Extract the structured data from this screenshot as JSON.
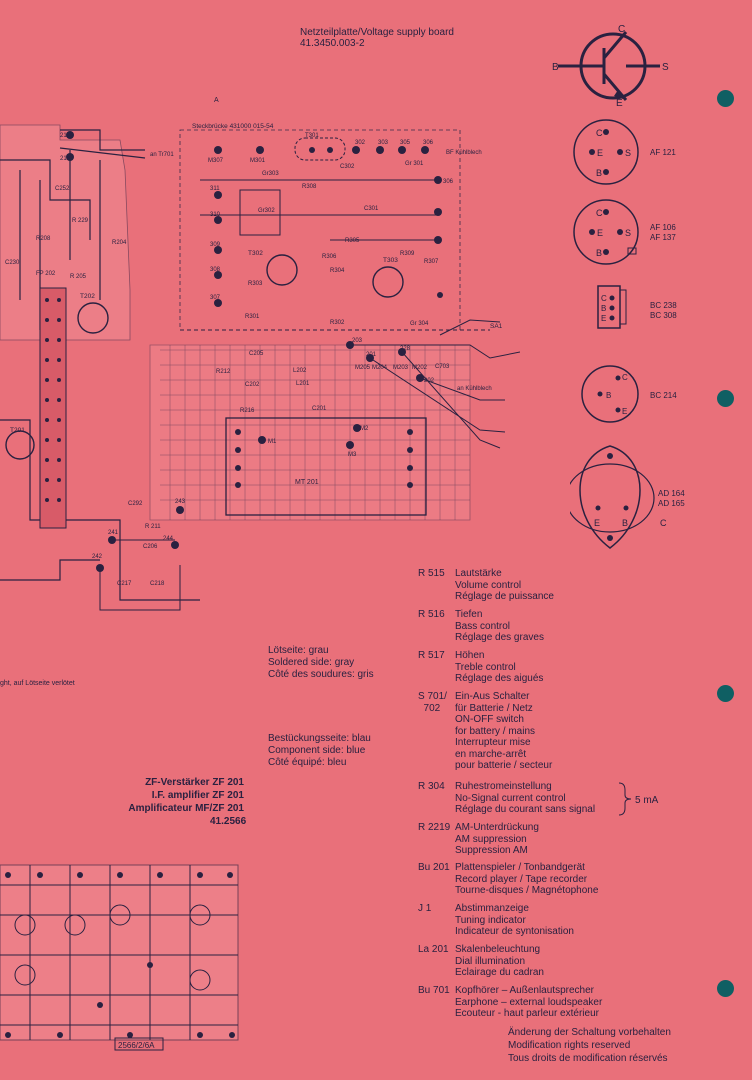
{
  "header": {
    "title": "Netzteilplatte/Voltage supply board",
    "part_no": "41.3450.003-2"
  },
  "transistor_symbol": {
    "b": "B",
    "c": "C",
    "e": "E",
    "s": "S"
  },
  "packages": [
    {
      "names": [
        "AF 121"
      ],
      "pins": [
        "C",
        "E",
        "S",
        "B"
      ]
    },
    {
      "names": [
        "AF 106",
        "AF 137"
      ],
      "pins": [
        "C",
        "E",
        "S",
        "B"
      ]
    },
    {
      "names": [
        "BC 238",
        "BC 308"
      ],
      "pins": [
        "C",
        "B",
        "E"
      ]
    },
    {
      "names": [
        "BC 214"
      ],
      "pins": [
        "C",
        "B",
        "E"
      ]
    },
    {
      "names": [
        "AD 164",
        "AD 165"
      ],
      "pins": [
        "E",
        "B",
        "C"
      ]
    }
  ],
  "board_labels": {
    "steckbruecke": "Steckbrücke 431000 015-54",
    "arrow_a": "A",
    "an_tr701": "an Tr701",
    "bf_kuehlblech": "BF Kühlblech",
    "an_kuehlblech": "an Kühlblech",
    "sa1": "SA1",
    "gr304": "Gr 304",
    "t301": "T301",
    "t302": "T302",
    "t303": "T303",
    "t202": "T202",
    "t201": "T201",
    "r301": "R301",
    "r302": "R302",
    "r303": "R303",
    "r304": "R304",
    "r305": "R305",
    "r306": "R306",
    "r307": "R307",
    "r308": "R308",
    "r309": "R309",
    "c301": "C301",
    "c302": "C302",
    "c703": "C703",
    "c201": "C201",
    "c202": "C202",
    "c205": "C205",
    "c206": "C206",
    "c217": "C217",
    "c218": "C218",
    "c230": "C230",
    "c252": "C252",
    "c292": "C292",
    "r211": "R 211",
    "r212": "R212",
    "r216": "R216",
    "r229": "R 229",
    "r208": "R208",
    "r204": "R204",
    "r205": "R 205",
    "mt201": "MT 201",
    "m1": "M1",
    "m2": "M2",
    "m3": "M3",
    "m202": "M202",
    "m203": "M203",
    "m204": "M204",
    "m205": "M205",
    "m309": "M309",
    "l201": "L201",
    "l202": "L202",
    "fp202": "FP 202",
    "gr302": "Gr302",
    "gr303": "Gr303",
    "gr301": "Gr 301",
    "pins_top": [
      "302",
      "303",
      "305",
      "306"
    ],
    "pins_left": [
      "311",
      "310",
      "309",
      "308",
      "307"
    ],
    "pins_mid": [
      "203",
      "201",
      "228",
      "202"
    ],
    "pins_bot": [
      "243",
      "244",
      "241",
      "242"
    ],
    "pin_306": "306",
    "pin_218": "218",
    "pin_216": "216",
    "m_labels": [
      "M307",
      "M301"
    ]
  },
  "solder_side": {
    "line1": "Lötseite: grau",
    "line2": "Soldered side: gray",
    "line3": "Côté des soudures: gris"
  },
  "component_side": {
    "line1": "Bestückungsseite: blau",
    "line2": "Component side: blue",
    "line3": "Côté équipé: bleu"
  },
  "left_note": "ght, auf Lötseite verlötet",
  "if_amp": {
    "line1": "ZF-Verstärker ZF 201",
    "line2": "I.F. amplifier ZF 201",
    "line3": "Amplificateur MF/ZF 201",
    "line4": "41.2566"
  },
  "small_board_id": "2566/2/6A",
  "legend": [
    {
      "code": "R 515",
      "lines": [
        "Lautstärke",
        "Volume control",
        "Réglage de puissance"
      ]
    },
    {
      "code": "R 516",
      "lines": [
        "Tiefen",
        "Bass control",
        "Réglage des graves"
      ]
    },
    {
      "code": "R 517",
      "lines": [
        "Höhen",
        "Treble control",
        "Réglage des aigués"
      ]
    },
    {
      "code": "S 701/\n  702",
      "lines": [
        "Ein-Aus Schalter",
        "für Batterie / Netz",
        "ON-OFF switch",
        "for battery / mains",
        "Interrupteur mise",
        "en marche-arrêt",
        "pour batterie / secteur"
      ]
    },
    {
      "code": "R 304",
      "lines": [
        "Ruhestromeinstellung",
        "No-Signal current control",
        "Réglage du courant sans signal"
      ]
    },
    {
      "code": "R 2219",
      "lines": [
        "AM-Unterdrückung",
        "AM suppression",
        "Suppression AM"
      ]
    },
    {
      "code": "Bu 201",
      "lines": [
        "Plattenspieler / Tonbandgerät",
        "Record player / Tape recorder",
        "Tourne-disques / Magnétophone"
      ]
    },
    {
      "code": "J 1",
      "lines": [
        "Abstimmanzeige",
        "Tuning indicator",
        "Indicateur de syntonisation"
      ]
    },
    {
      "code": "La 201",
      "lines": [
        "Skalenbeleuchtung",
        "Dial illumination",
        "Eclairage du cadran"
      ]
    },
    {
      "code": "Bu 701",
      "lines": [
        "Kopfhörer – Außenlautsprecher",
        "Earphone – external loudspeaker",
        "Ecouteur - haut parleur extérieur"
      ]
    }
  ],
  "current_note": "5 mA",
  "footer": {
    "line1": "Änderung der Schaltung vorbehalten",
    "line2": "Modification rights reserved",
    "line3": "Tous droits de modification réservés"
  },
  "colors": {
    "background": "#e9707a",
    "ink": "#2a2140",
    "punch_hole": "#0f5f63"
  }
}
